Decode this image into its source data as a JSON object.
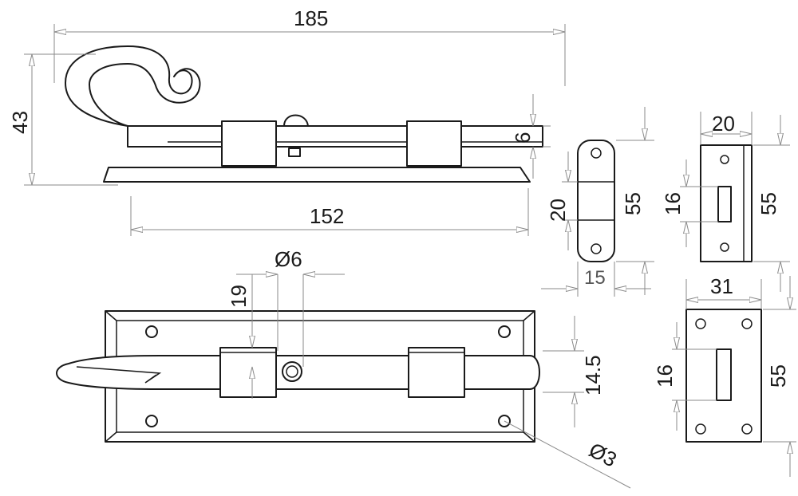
{
  "dimensions": {
    "overall_length": "185",
    "base_length": "152",
    "height": "43",
    "bolt_thickness": "6",
    "keeper_slot_height": "20",
    "keeper_height": "55",
    "keeper_width": "15",
    "plate_keeper_width": "20",
    "plate_keeper_slot": "16",
    "plate_keeper_height": "55",
    "hole_diameter": "Ø6",
    "guide_offset": "19",
    "bolt_width": "14.5",
    "screw_hole": "Ø3",
    "square_keeper_width": "31",
    "square_keeper_slot": "16",
    "square_keeper_height": "55"
  },
  "colors": {
    "outline": "#1a1a1a",
    "dimension_line": "#8a8a8a",
    "background": "#ffffff"
  }
}
